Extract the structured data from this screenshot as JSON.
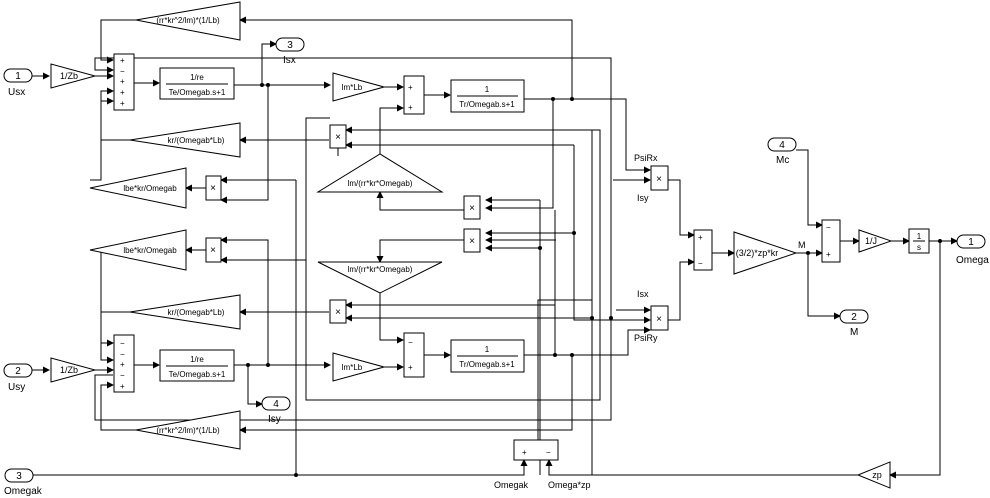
{
  "ports": {
    "in1": {
      "num": "1",
      "label": "Usx"
    },
    "in2": {
      "num": "2",
      "label": "Usy"
    },
    "in3": {
      "num": "3",
      "label": "Omegak"
    },
    "in4": {
      "num": "4",
      "label": "Mc"
    },
    "out3": {
      "num": "3",
      "label": "Isx"
    },
    "out4": {
      "num": "4",
      "label": "Isy"
    },
    "out2": {
      "num": "2",
      "label": "M"
    },
    "out1": {
      "num": "1",
      "label": "Omega"
    }
  },
  "gains": {
    "zb_top": "1/Zb",
    "zb_bot": "1/Zb",
    "rr_top": "(rr*kr^2/lm)*(1/Lb)",
    "rr_bot": "(rr*kr^2/lm)*(1/Lb)",
    "kr_top": "kr/(Omegab*Lb)",
    "kr_bot": "kr/(Omegab*Lb)",
    "lbe1": "lbe*kr/Omegab",
    "lbe2": "lbe*kr/Omegab",
    "lm_top": "lm*Lb",
    "lm_bot": "lm*Lb",
    "tri_up": "lm/(rr*kr*Omegab)",
    "tri_down": "lm/(rr*kr*Omegab)",
    "torque": "(3/2)*zp*kr",
    "inv_j": "1/J",
    "zp": "zp"
  },
  "tf": {
    "stator_top": {
      "num": "1/re",
      "den": "Te/Omegab.s+1"
    },
    "stator_bot": {
      "num": "1/re",
      "den": "Te/Omegab.s+1"
    },
    "rotor_top": {
      "num": "1",
      "den": "Tr/Omegab.s+1"
    },
    "rotor_bot": {
      "num": "1",
      "den": "Tr/Omegab.s+1"
    }
  },
  "integrator": {
    "num": "1",
    "den": "s"
  },
  "signs": {
    "plus": "+",
    "minus": "−",
    "mult": "×"
  },
  "signals": {
    "psirx": "PsiRx",
    "isy": "Isy",
    "isx": "Isx",
    "psiry": "PsiRy",
    "m": "M",
    "omegak": "Omegak",
    "omegazp": "Omega*zp"
  }
}
